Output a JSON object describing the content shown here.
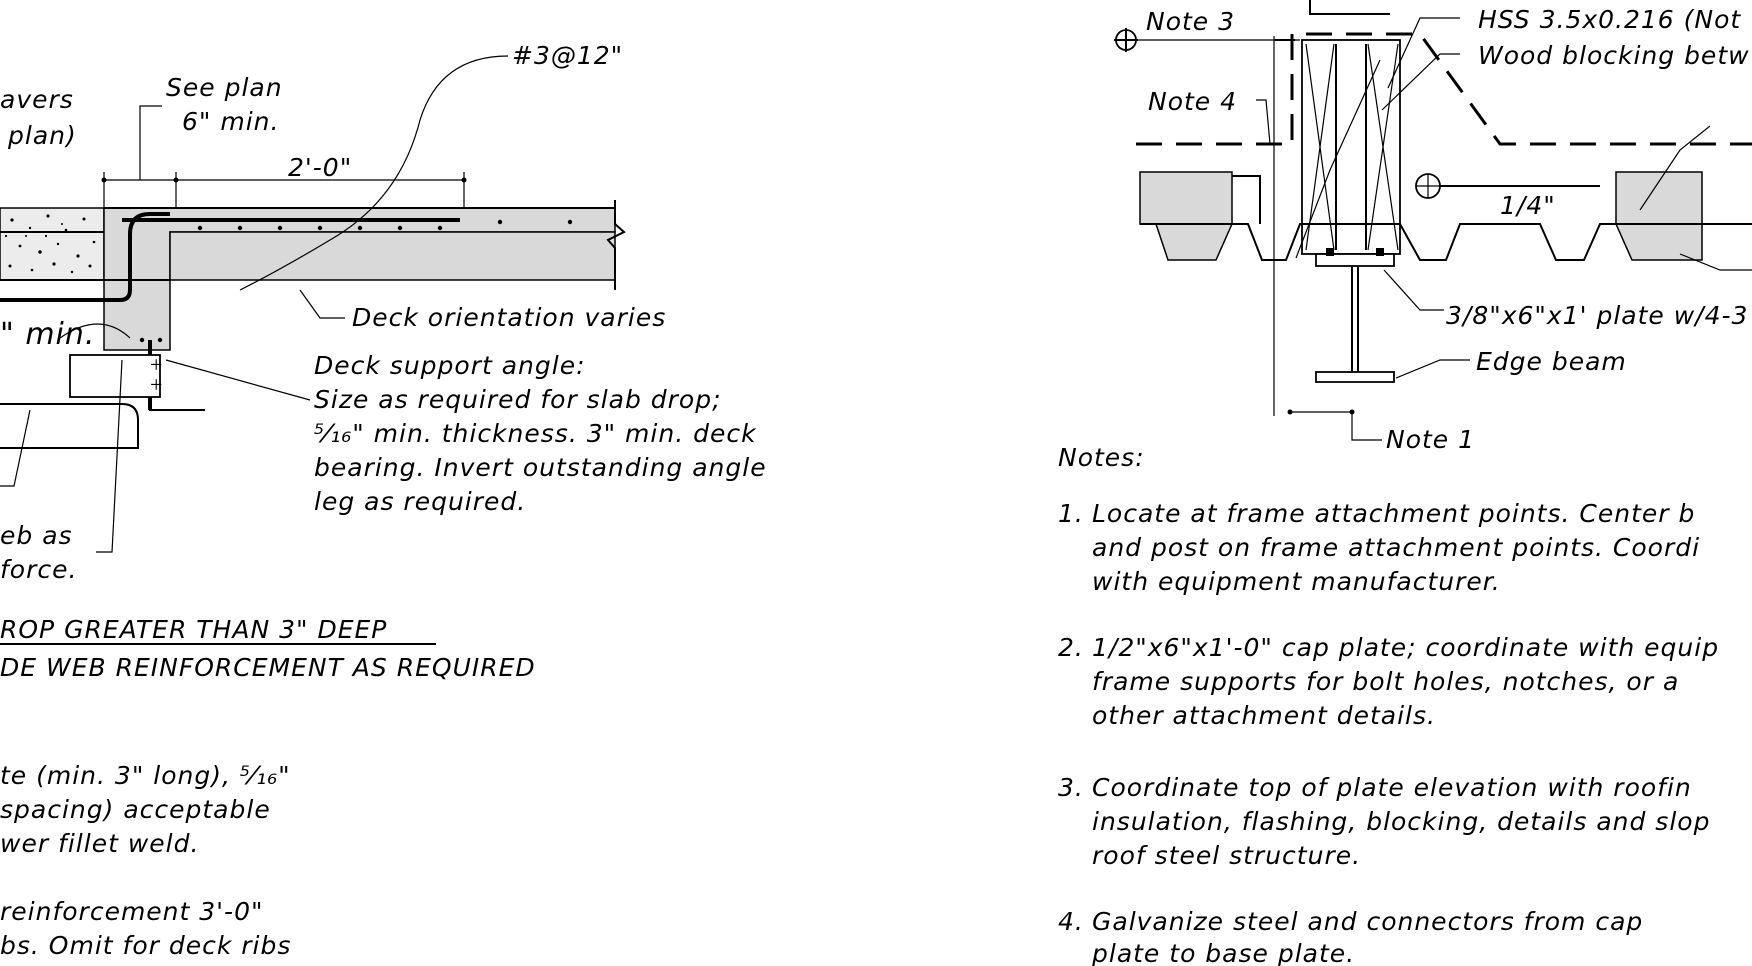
{
  "left_detail": {
    "pavers_label_line1": "avers",
    "pavers_label_line2": "plan)",
    "see_plan_line1": "See plan",
    "see_plan_line2": "6\" min.",
    "rebar_callout": "#3@12\"",
    "dim_2ft": "2'-0\"",
    "min_label": "\" min.",
    "deck_orientation": "Deck orientation varies",
    "deck_support_lines": [
      "Deck support angle:",
      "Size as required for slab drop;",
      "⁵⁄₁₆\" min. thickness.  3\" min. deck",
      "bearing.  Invert outstanding angle",
      "leg as required."
    ],
    "web_note_line1": "eb as",
    "web_note_line2": "force.",
    "title_line1": "ROP GREATER THAN 3\" DEEP",
    "title_line2": "DE WEB REINFORCEMENT AS REQUIRED",
    "plate_note_lines": [
      "te (min. 3\" long), ⁵⁄₁₆\"",
      " spacing) acceptable",
      "wer fillet weld."
    ],
    "reinf_note_lines": [
      "reinforcement 3'-0\"",
      "bs.  Omit for deck ribs"
    ]
  },
  "right_detail": {
    "note3": "Note 3",
    "note4": "Note 4",
    "hss": "HSS 3.5x0.216 (Not",
    "wood": "Wood blocking betw",
    "quarter": "1/4\"",
    "plate": "3/8\"x6\"x1' plate w/4-3",
    "edge_beam": "Edge beam",
    "note1": "Note 1"
  },
  "notes": {
    "heading": "Notes:",
    "items": [
      {
        "num": "1.",
        "lines": [
          "Locate at frame attachment points.  Center b",
          "and post on frame attachment points. Coordi",
          "with equipment manufacturer."
        ]
      },
      {
        "num": "2.",
        "lines": [
          "1/2\"x6\"x1'-0\" cap plate; coordinate with equip",
          "frame supports for bolt holes, notches, or a",
          "other attachment details."
        ]
      },
      {
        "num": "3.",
        "lines": [
          "Coordinate top of plate elevation with roofin",
          "insulation, flashing, blocking, details and slop",
          "roof steel structure."
        ]
      },
      {
        "num": "4.",
        "lines": [
          "Galvanize steel and connectors from cap",
          "plate to base plate."
        ]
      }
    ]
  }
}
